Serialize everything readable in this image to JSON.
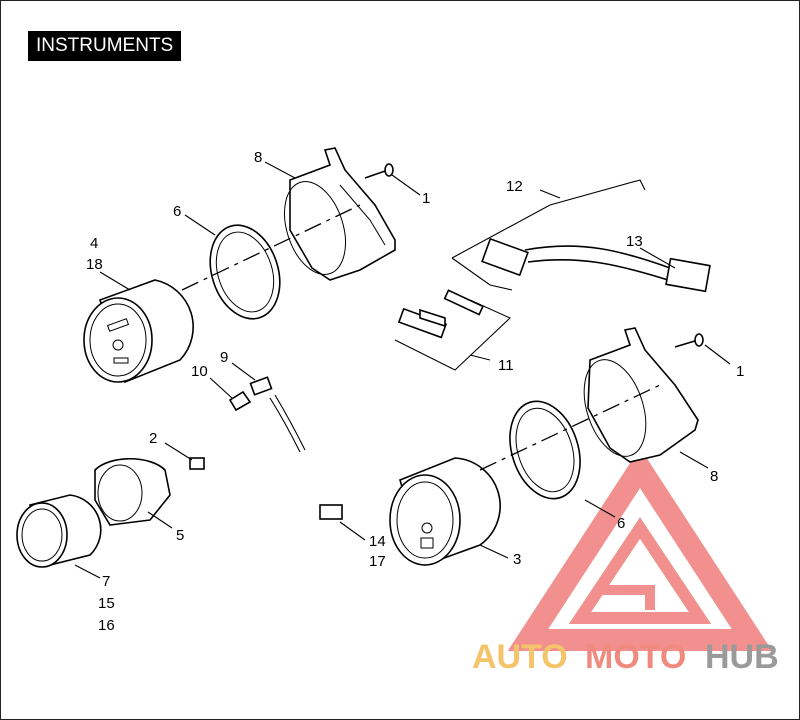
{
  "title": "INSTRUMENTS",
  "callouts": {
    "c1a": "1",
    "c1b": "1",
    "c2": "2",
    "c3": "3",
    "c4": "4",
    "c18": "18",
    "c5": "5",
    "c6a": "6",
    "c6b": "6",
    "c7": "7",
    "c15": "15",
    "c16": "16",
    "c8a": "8",
    "c8b": "8",
    "c9": "9",
    "c10": "10",
    "c11": "11",
    "c12": "12",
    "c13": "13",
    "c14": "14",
    "c17": "17"
  },
  "watermark": {
    "auto": "AUTO",
    "moto": "MOTO",
    "hub": "HUB",
    "colors": {
      "auto": "#f5c46a",
      "moto": "#f08a7e",
      "hub": "#9a9a9a",
      "logo": "#ee6a6a"
    }
  }
}
